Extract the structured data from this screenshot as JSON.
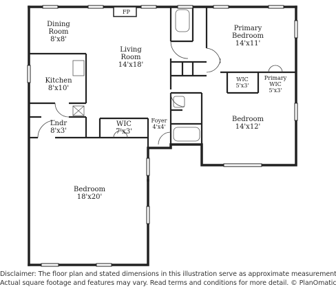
{
  "rooms": {
    "dining": {
      "name": "Dining Room",
      "dim": "8'x8'"
    },
    "living": {
      "name": "Living Room",
      "dim": "14'x18'"
    },
    "kitchen": {
      "name": "Kitchen",
      "dim": "8'x10'"
    },
    "laundry": {
      "name": "Lndr",
      "dim": "8'x3'"
    },
    "wic_left": {
      "name": "WIC",
      "dim": "7'x3'"
    },
    "foyer": {
      "name": "Foyer",
      "dim": "4'x4'"
    },
    "bedroom_main": {
      "name": "Bedroom",
      "dim": "18'x20'"
    },
    "primary_bedroom": {
      "name": "Primary Bedroom",
      "dim": "14'x11'"
    },
    "wic_right": {
      "name": "WIC",
      "dim": "5'x3'"
    },
    "primary_wic": {
      "name": "Primary WIC",
      "dim": "5'x3'"
    },
    "bedroom_right": {
      "name": "Bedroom",
      "dim": "14'x12'"
    }
  },
  "fireplace": "FP",
  "disclaimer": {
    "line1": "Disclaimer: The floor plan and stated dimensions in this illustration serve as approximate measurements.",
    "line2": "Actual square footage and features may vary. Read terms and conditions for more detail. © PlanOmatic"
  }
}
